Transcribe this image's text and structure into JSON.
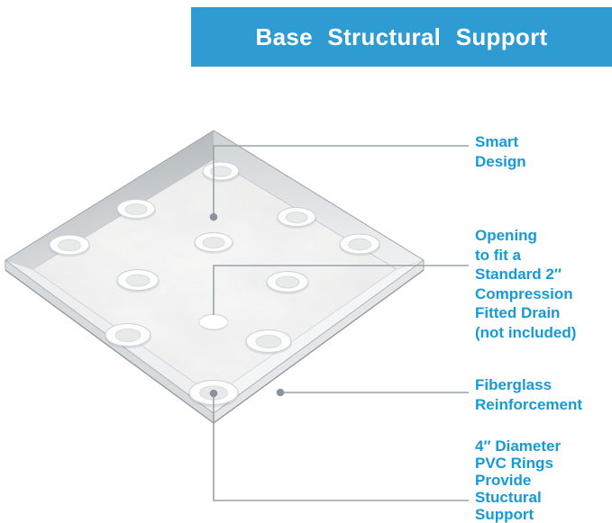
{
  "header": {
    "title": "Base Structural Support"
  },
  "labels": {
    "smart_design": "Smart\nDesign",
    "drain_opening": "Opening\nto fit a\nStandard 2″\nCompression\nFitted Drain\n(not included)",
    "fiberglass": "Fiberglass\nReinforcement",
    "pvc_rings": "4″ Diameter\nPVC Rings\nProvide\nStuctural\nSupport"
  },
  "colors": {
    "banner_bg": "#2e9bd3",
    "banner_text": "#ffffff",
    "label_text": "#149bd6",
    "leader_line": "#9aa3aa",
    "leader_dot": "#8b949c"
  }
}
